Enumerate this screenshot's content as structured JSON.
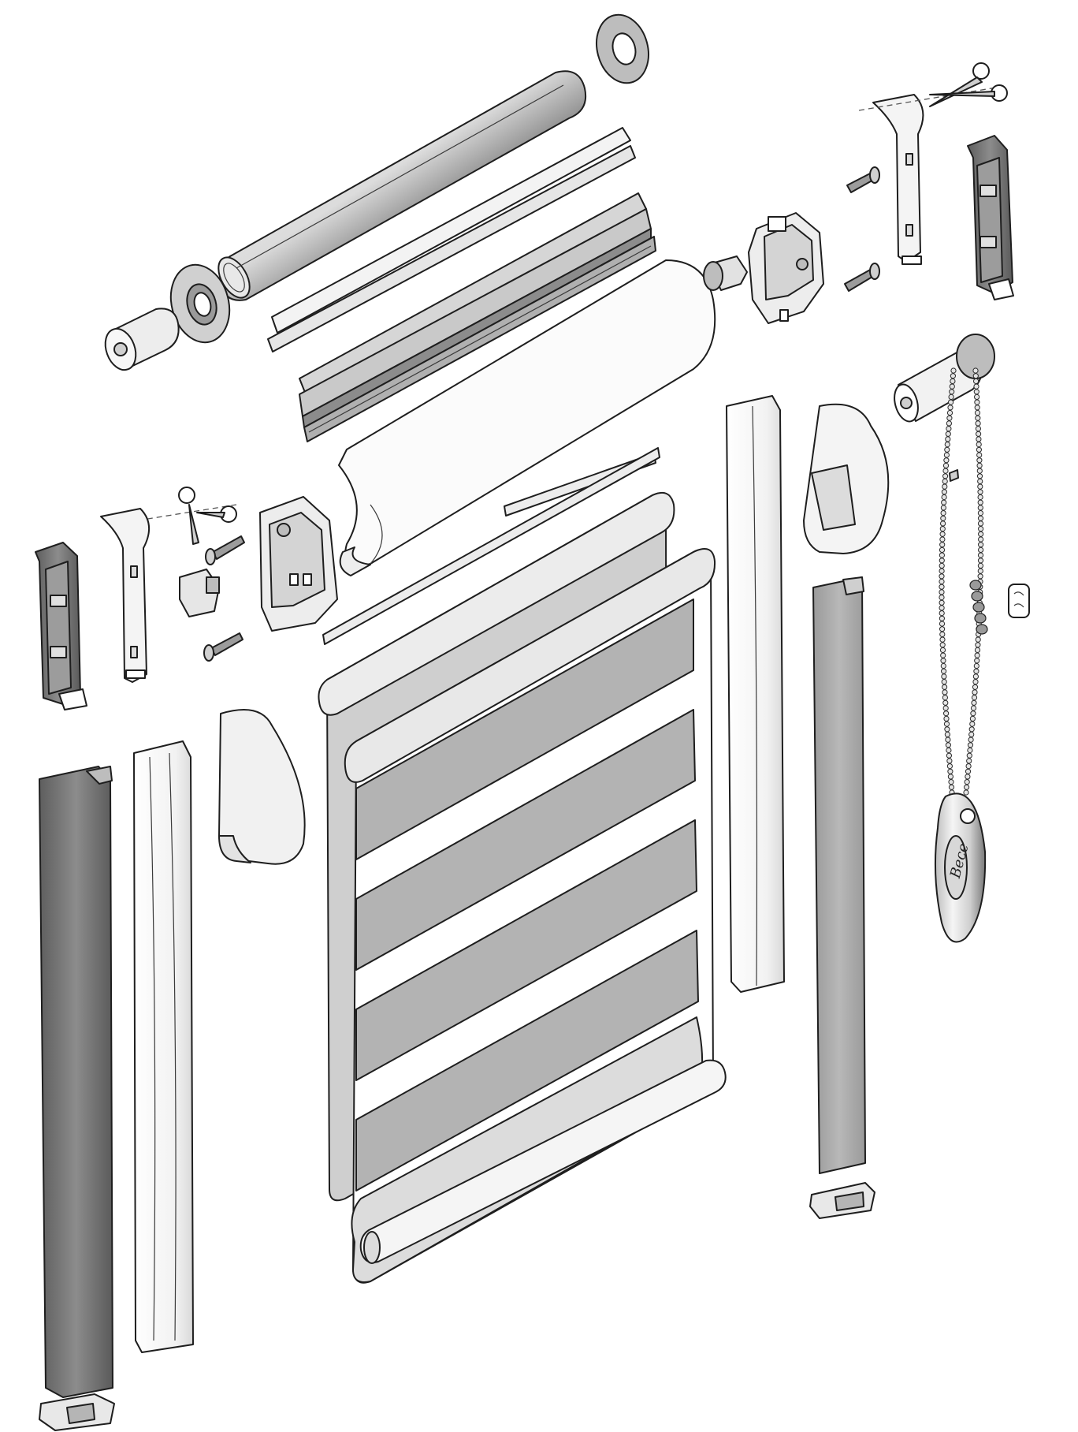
{
  "diagram": {
    "kind": "exploded-assembly",
    "palette": {
      "background": "#ffffff",
      "outline": "#1e1e1e",
      "light_metal": "#e6e6e6",
      "mid_grey": "#a8a8a8",
      "dark_grey": "#6e6e6e",
      "fabric_band": "#b3b3b3",
      "white_part": "#f7f7f7"
    },
    "control_chain_weight": {
      "brand_text": "Bece"
    }
  },
  "parts": [
    {
      "name": "roller-tube"
    },
    {
      "name": "tube-washer-top"
    },
    {
      "name": "tube-washer-left"
    },
    {
      "name": "idle-end-plug"
    },
    {
      "name": "roller-fabric-profile-upper"
    },
    {
      "name": "roller-fabric-profile-lower"
    },
    {
      "name": "cassette-head-rail"
    },
    {
      "name": "fabric-top-curl"
    },
    {
      "name": "right-end-cap-bracket"
    },
    {
      "name": "right-mounting-clip"
    },
    {
      "name": "right-wall-bracket"
    },
    {
      "name": "right-screw-top"
    },
    {
      "name": "right-screw-bottom"
    },
    {
      "name": "right-scissors"
    },
    {
      "name": "clutch-drive-unit"
    },
    {
      "name": "left-wall-bracket"
    },
    {
      "name": "left-mounting-clip"
    },
    {
      "name": "left-scissors"
    },
    {
      "name": "left-end-cap-bracket"
    },
    {
      "name": "left-screw-top"
    },
    {
      "name": "left-screw-bottom"
    },
    {
      "name": "left-adapter-plug"
    },
    {
      "name": "left-side-channel-dark"
    },
    {
      "name": "left-side-channel-white"
    },
    {
      "name": "left-side-cover"
    },
    {
      "name": "left-channel-end-cap"
    },
    {
      "name": "zebra-fabric-back"
    },
    {
      "name": "zebra-fabric-front"
    },
    {
      "name": "top-strip"
    },
    {
      "name": "top-strip-lower"
    },
    {
      "name": "bottom-weight-bar"
    },
    {
      "name": "right-side-channel-white"
    },
    {
      "name": "right-side-cover"
    },
    {
      "name": "right-side-channel-dark"
    },
    {
      "name": "right-channel-end-cap"
    },
    {
      "name": "control-chain"
    },
    {
      "name": "chain-connector"
    },
    {
      "name": "chain-safety-clip"
    },
    {
      "name": "chain-weight"
    }
  ]
}
